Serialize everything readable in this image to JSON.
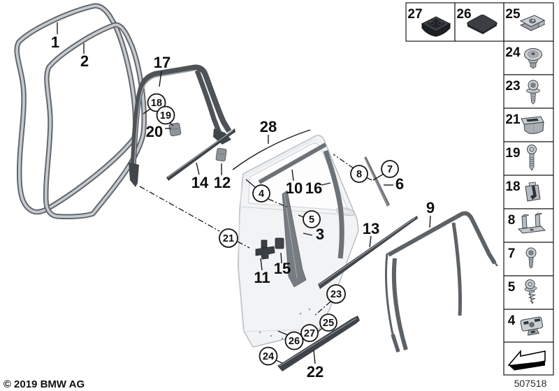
{
  "diagram": {
    "title_hint": "door trim and seals exploded parts diagram",
    "callouts": {
      "plain": {
        "p1": "1",
        "p2": "2",
        "p3": "3",
        "p6": "6",
        "p9": "9",
        "p10": "10",
        "p11": "11",
        "p12": "12",
        "p13": "13",
        "p14": "14",
        "p15": "15",
        "p16": "16",
        "p17": "17",
        "p20": "20",
        "p22": "22",
        "p28": "28"
      },
      "circled": {
        "c4": "4",
        "c5": "5",
        "c7": "7",
        "c8": "8",
        "c18": "18",
        "c19": "19",
        "c21": "21",
        "c23": "23",
        "c24": "24",
        "c25": "25",
        "c26": "26",
        "c27": "27"
      }
    }
  },
  "parts_legend": {
    "top_row": [
      {
        "number": "27",
        "icon": "square-grommet-icon"
      },
      {
        "number": "26",
        "icon": "adhesive-pad-icon"
      },
      {
        "number": "25",
        "icon": "clamp-nut-icon"
      }
    ],
    "column": [
      {
        "number": "24",
        "icon": "expanding-rivet-icon"
      },
      {
        "number": "23",
        "icon": "screw-washer-icon"
      },
      {
        "number": "21",
        "icon": "cage-grommet-icon"
      },
      {
        "number": "19",
        "icon": "long-screw-icon"
      },
      {
        "number": "18",
        "icon": "retaining-clip-icon"
      },
      {
        "number": "8",
        "icon": "clamp-bracket-icon"
      },
      {
        "number": "7",
        "icon": "torx-screw-icon"
      },
      {
        "number": "5",
        "icon": "tapping-screw-icon"
      },
      {
        "number": "4",
        "icon": "sheet-metal-nut-icon"
      }
    ],
    "arrow_cell_icon": "direction-arrow-icon"
  },
  "footer": {
    "copyright": "© 2019 BMW AG",
    "diagram_number": "507518"
  },
  "palette": {
    "line": "#1a1a1a",
    "trim_dark": "#4e5358",
    "trim_mid": "#6f747a",
    "seal_gray": "#61666c",
    "door_fill": "#f2f3f5"
  }
}
